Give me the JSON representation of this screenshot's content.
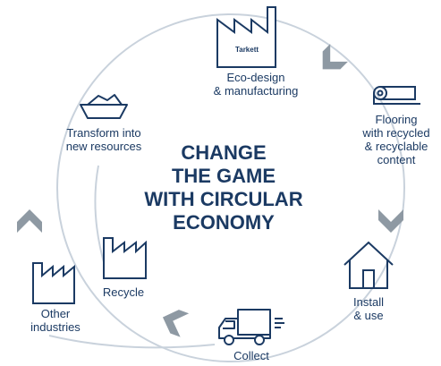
{
  "title_lines": [
    "CHANGE",
    "THE GAME",
    "WITH CIRCULAR",
    "ECONOMY"
  ],
  "brand": "Tarkett",
  "stages": [
    {
      "label": "Eco-design\n& manufacturing",
      "icon": "factory-icon"
    },
    {
      "label": "Flooring\nwith recycled\n& recyclable\ncontent",
      "icon": "flooring-roll-icon"
    },
    {
      "label": "Install\n& use",
      "icon": "house-icon"
    },
    {
      "label": "Collect",
      "icon": "delivery-truck-icon"
    },
    {
      "label": "Recycle",
      "icon": "recycle-factory-icon"
    },
    {
      "label": "Transform into\nnew resources",
      "icon": "boat-icon"
    },
    {
      "label": "Other\nindustries",
      "icon": "other-factory-icon"
    }
  ],
  "colors": {
    "text": "#1b3a63",
    "circle": "#c9d2dc",
    "chevron": "#8e99a3"
  }
}
